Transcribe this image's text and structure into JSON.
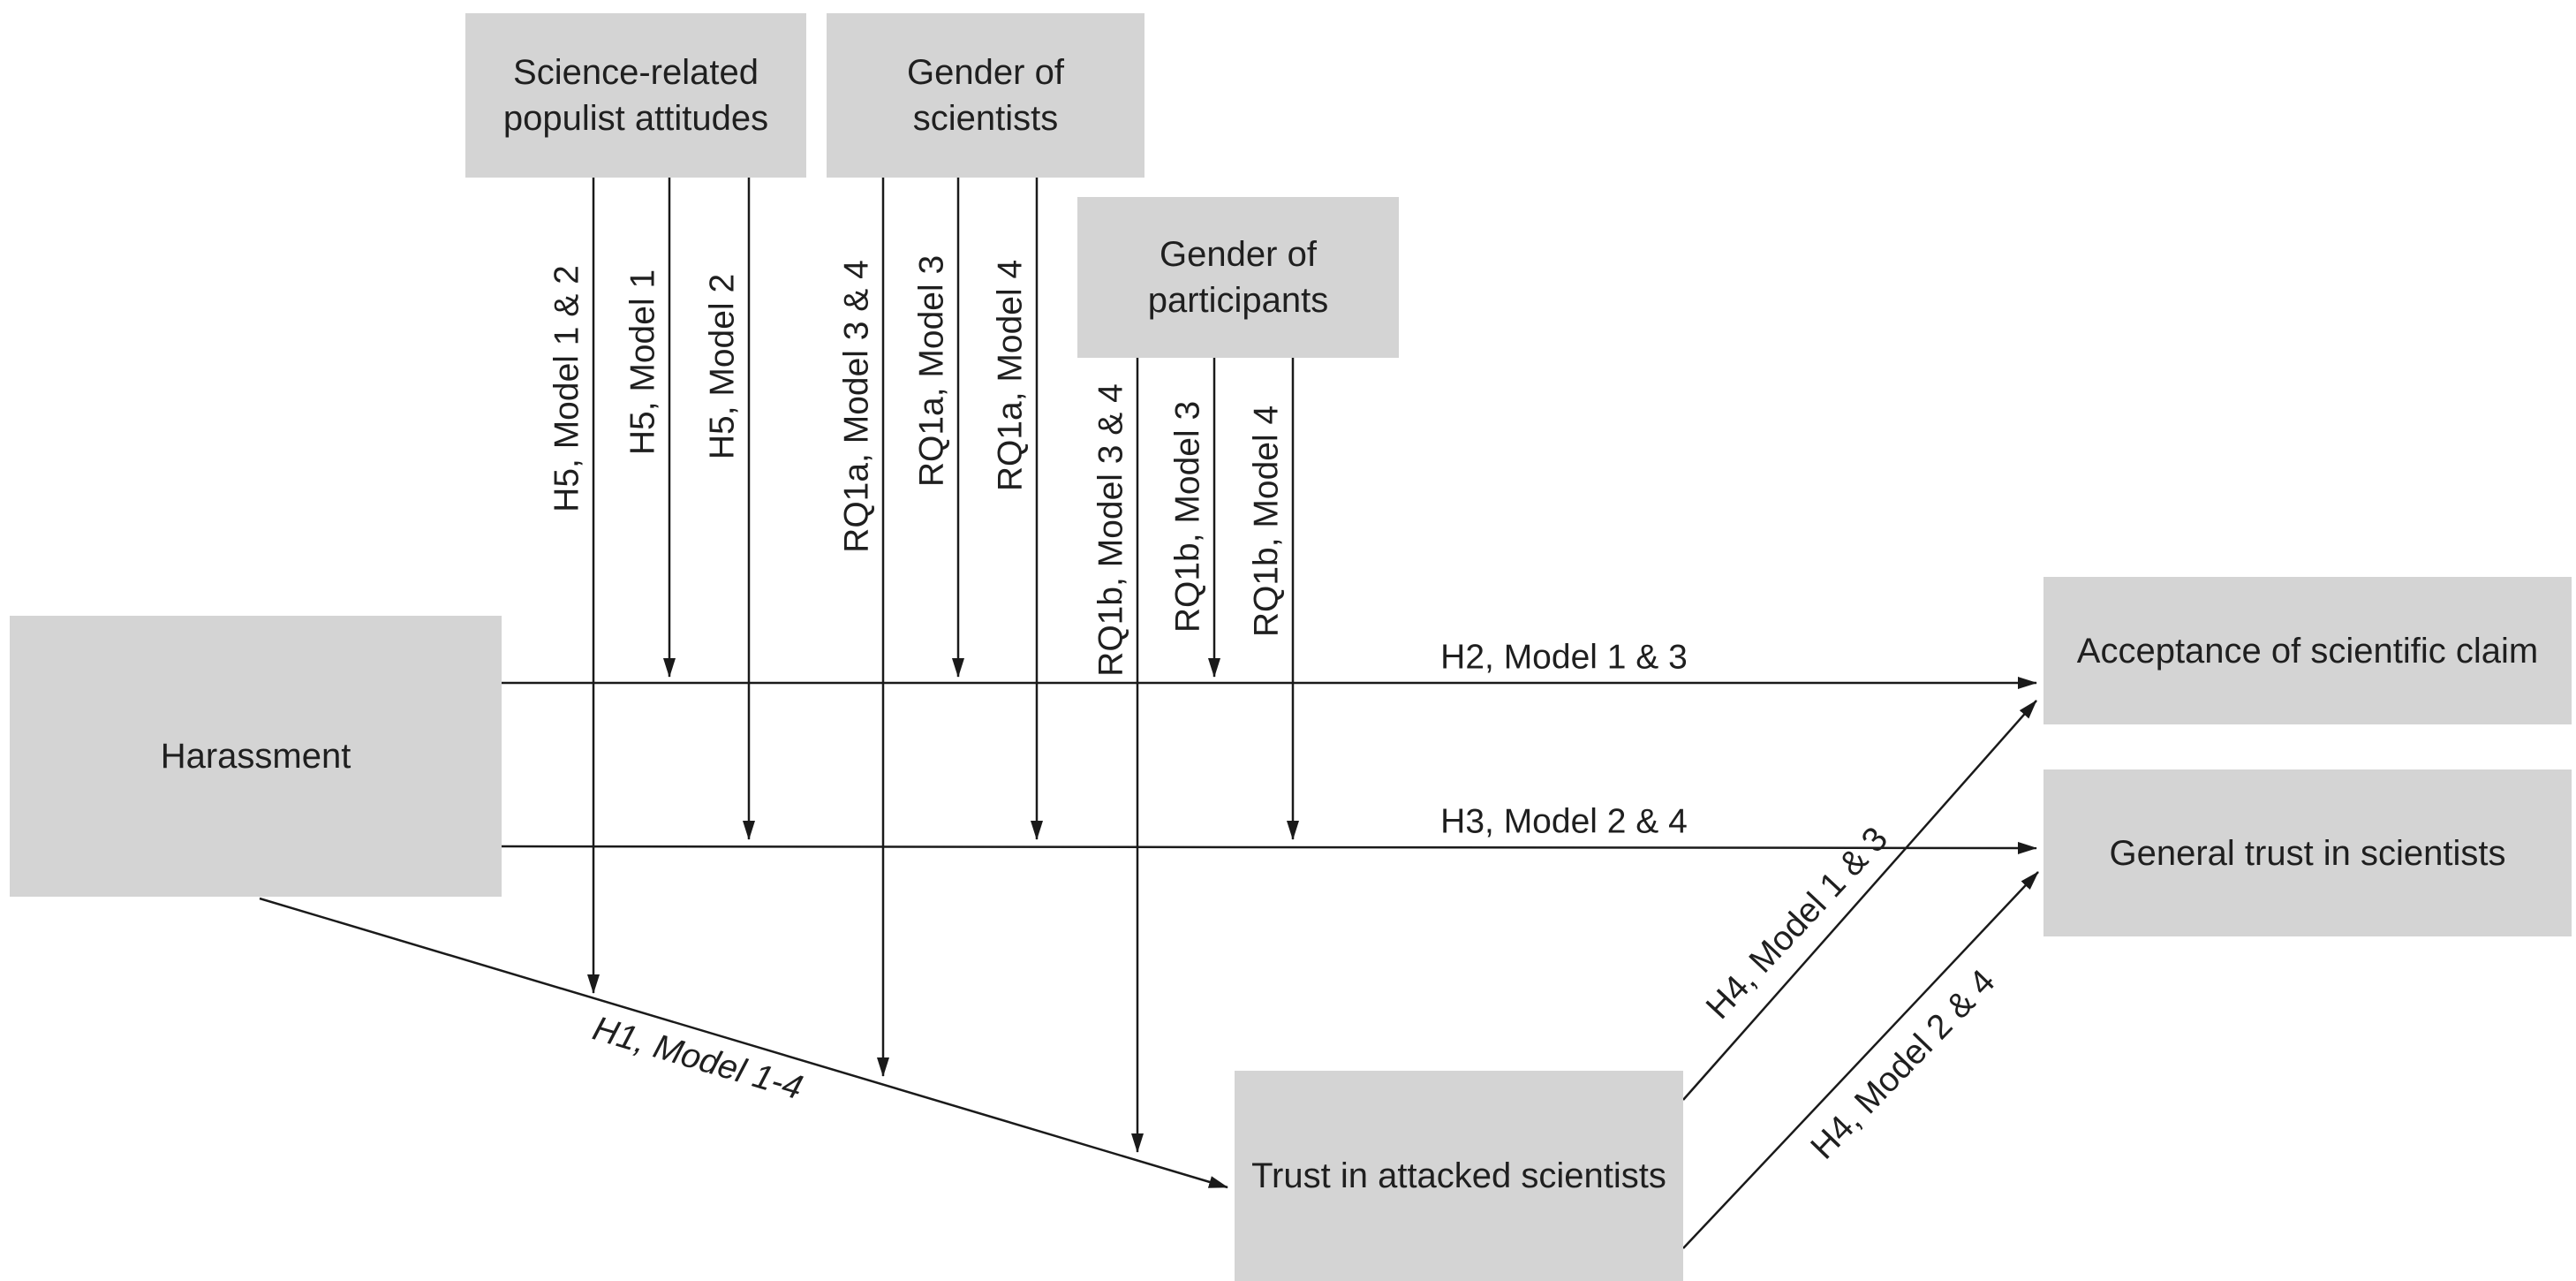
{
  "figure": {
    "background_color": "#ffffff",
    "box_fill_color": "#d4d4d4",
    "text_color": "#1f1f1f",
    "line_color": "#1a1a1a"
  },
  "nodes": {
    "populist_attitudes": {
      "label": "Science-related populist attitudes"
    },
    "gender_scientists": {
      "label": "Gender of scientists"
    },
    "gender_participants": {
      "label": "Gender of participants"
    },
    "harassment": {
      "label": "Harassment"
    },
    "acceptance_claim": {
      "label": "Acceptance of scientific claim"
    },
    "general_trust": {
      "label": "General trust in scientists"
    },
    "trust_attacked": {
      "label": "Trust in attacked scientists"
    }
  },
  "edge_labels": {
    "h5_model_1_2": "H5, Model 1 & 2",
    "h5_model_1": "H5, Model 1",
    "h5_model_2": "H5, Model 2",
    "rq1a_model_3_4": "RQ1a, Model 3 & 4",
    "rq1a_model_3": "RQ1a, Model 3",
    "rq1a_model_4": "RQ1a, Model 4",
    "rq1b_model_3_4": "RQ1b, Model 3 & 4",
    "rq1b_model_3": "RQ1b, Model 3",
    "rq1b_model_4": "RQ1b, Model 4",
    "h2_model_1_3": "H2, Model 1 & 3",
    "h3_model_2_4": "H3, Model 2 & 4",
    "h1_model_1_4": "H1, Model 1-4",
    "h4_model_1_3": "H4, Model 1 & 3",
    "h4_model_2_4": "H4, Model 2 & 4"
  }
}
